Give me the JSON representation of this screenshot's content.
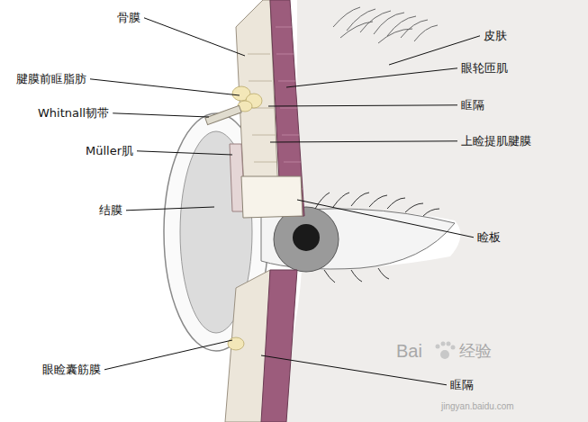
{
  "diagram": {
    "labels": [
      "骨膜",
      "腱膜前眶脂肪",
      "Whitnall韧带",
      "Müller肌",
      "结膜",
      "眼睑囊筋膜",
      "皮肤",
      "眼轮匝肌",
      "眶隔",
      "上睑提肌腱膜",
      "睑板",
      "眶隔",
      "Bai",
      "经验",
      "jingyan.baidu.com"
    ]
  }
}
